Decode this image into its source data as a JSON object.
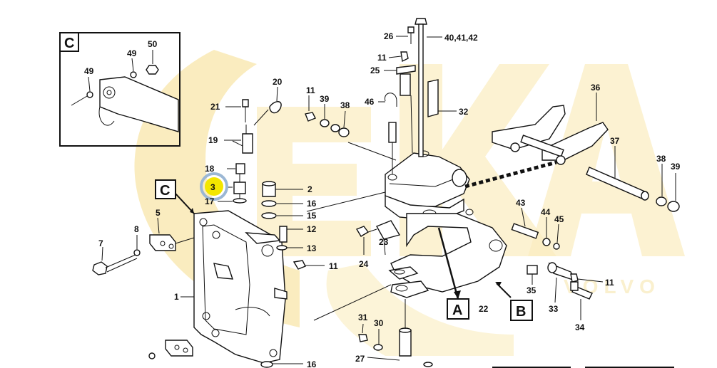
{
  "watermark": {
    "logo_text": "ESKA",
    "side_text": "VOLVO",
    "color": "#f4d98a"
  },
  "inset": {
    "label": "C",
    "callouts": [
      "49",
      "50",
      "49"
    ]
  },
  "boxes": {
    "c": "C",
    "a": "A",
    "b": "B"
  },
  "highlight": {
    "callout": "3",
    "color": "#f3e600",
    "ring_color": "#9bb7d4"
  },
  "callouts": {
    "p1": "1",
    "p2": "2",
    "p5": "5",
    "p7": "7",
    "p8": "8",
    "p11a": "11",
    "p11b": "11",
    "p11c": "11",
    "p11d": "11",
    "p12": "12",
    "p13": "13",
    "p15": "15",
    "p16a": "16",
    "p16b": "16",
    "p17": "17",
    "p18": "18",
    "p19": "19",
    "p20": "20",
    "p21": "21",
    "p22": "22",
    "p23": "23",
    "p24": "24",
    "p25": "25",
    "p26": "26",
    "p27": "27",
    "p30": "30",
    "p31": "31",
    "p32": "32",
    "p33": "33",
    "p34": "34",
    "p35": "35",
    "p36": "36",
    "p37": "37",
    "p38a": "38",
    "p38b": "38",
    "p39a": "39",
    "p39b": "39",
    "p40": "40,41,42",
    "p43": "43",
    "p44": "44",
    "p45": "45",
    "p46": "46"
  }
}
